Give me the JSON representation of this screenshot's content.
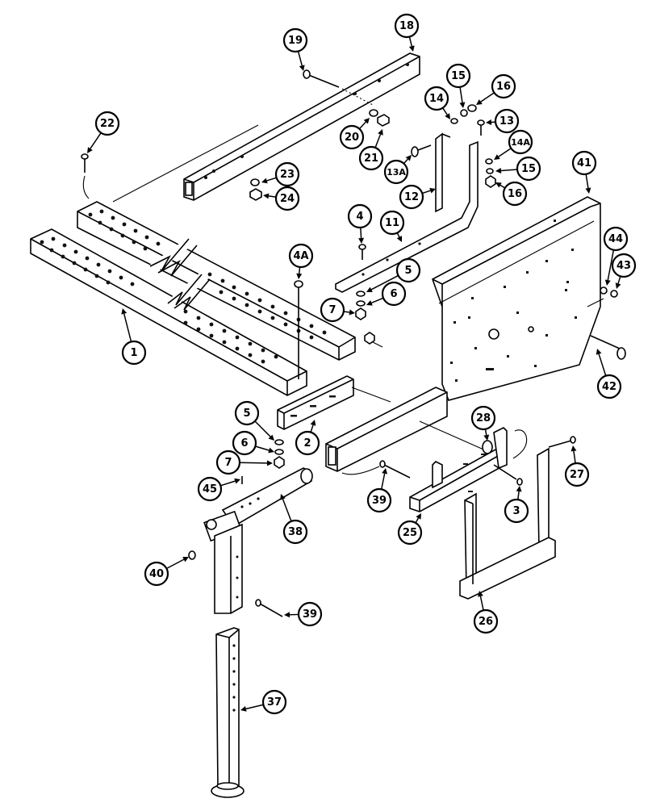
{
  "callouts": [
    {
      "id": "c1",
      "label": "1"
    },
    {
      "id": "c2",
      "label": "2"
    },
    {
      "id": "c3",
      "label": "3"
    },
    {
      "id": "c4",
      "label": "4"
    },
    {
      "id": "c4a",
      "label": "4A"
    },
    {
      "id": "c5a",
      "label": "5"
    },
    {
      "id": "c5b",
      "label": "5"
    },
    {
      "id": "c6a",
      "label": "6"
    },
    {
      "id": "c6b",
      "label": "6"
    },
    {
      "id": "c7a",
      "label": "7"
    },
    {
      "id": "c7b",
      "label": "7"
    },
    {
      "id": "c11",
      "label": "11"
    },
    {
      "id": "c12",
      "label": "12"
    },
    {
      "id": "c13",
      "label": "13"
    },
    {
      "id": "c13a",
      "label": "13A"
    },
    {
      "id": "c14",
      "label": "14"
    },
    {
      "id": "c14a",
      "label": "14A"
    },
    {
      "id": "c15a",
      "label": "15"
    },
    {
      "id": "c15b",
      "label": "15"
    },
    {
      "id": "c16a",
      "label": "16"
    },
    {
      "id": "c16b",
      "label": "16"
    },
    {
      "id": "c18",
      "label": "18"
    },
    {
      "id": "c19",
      "label": "19"
    },
    {
      "id": "c20",
      "label": "20"
    },
    {
      "id": "c21",
      "label": "21"
    },
    {
      "id": "c22",
      "label": "22"
    },
    {
      "id": "c23",
      "label": "23"
    },
    {
      "id": "c24",
      "label": "24"
    },
    {
      "id": "c25",
      "label": "25"
    },
    {
      "id": "c26",
      "label": "26"
    },
    {
      "id": "c27",
      "label": "27"
    },
    {
      "id": "c28",
      "label": "28"
    },
    {
      "id": "c37",
      "label": "37"
    },
    {
      "id": "c38",
      "label": "38"
    },
    {
      "id": "c39a",
      "label": "39"
    },
    {
      "id": "c39b",
      "label": "39"
    },
    {
      "id": "c40",
      "label": "40"
    },
    {
      "id": "c41",
      "label": "41"
    },
    {
      "id": "c42",
      "label": "42"
    },
    {
      "id": "c43",
      "label": "43"
    },
    {
      "id": "c44",
      "label": "44"
    },
    {
      "id": "c45",
      "label": "45"
    }
  ]
}
